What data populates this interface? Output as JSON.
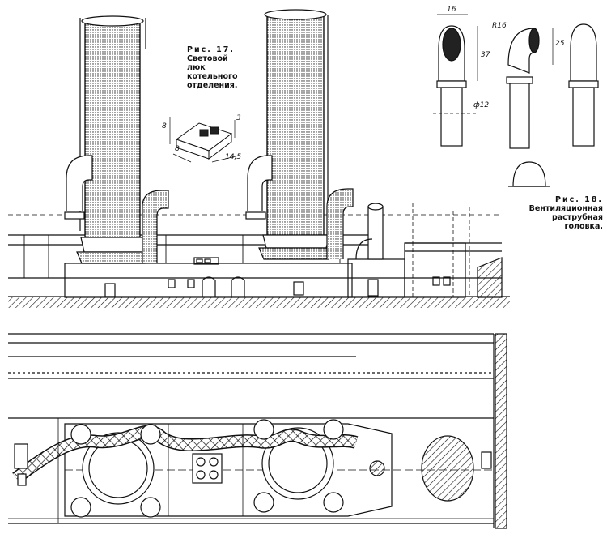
{
  "captions": {
    "fig17": {
      "label": "Рис. 17.",
      "lines": [
        "Световой",
        "люк",
        "котельного",
        "отделения."
      ]
    },
    "fig18": {
      "label": "Рис. 18.",
      "lines": [
        "Вентиляционная",
        "раструбная",
        "головка."
      ]
    }
  },
  "dimensions": {
    "fig17": {
      "d1": "8",
      "d2": "8",
      "d3": "3",
      "d4": "14,5"
    },
    "fig18": {
      "width": "16",
      "height": "37",
      "radius": "R16",
      "height2": "25",
      "diameter": "ф12"
    }
  },
  "colors": {
    "ink": "#111111",
    "paper": "#ffffff"
  }
}
